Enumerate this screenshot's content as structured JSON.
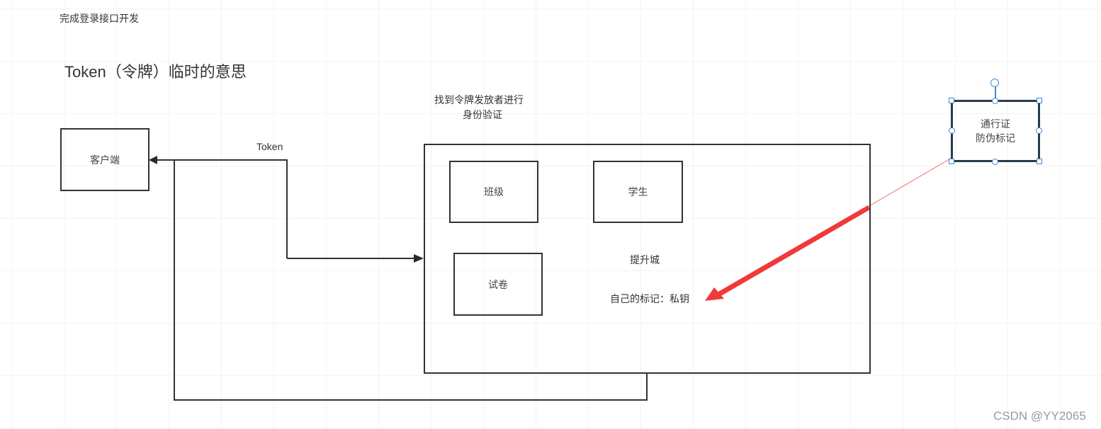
{
  "header": {
    "note": "完成登录接口开发",
    "title": "Token（令牌）临时的意思"
  },
  "diagram": {
    "client_box": "客户端",
    "token_label": "Token",
    "server_caption_line1": "找到令牌发放者进行",
    "server_caption_line2": "身份验证",
    "inner_boxes": {
      "class": "班级",
      "student": "学生",
      "exam": "试卷"
    },
    "server_label": "提升城",
    "private_key_label": "自己的标记：私钥",
    "pass_box_line1": "通行证",
    "pass_box_line2": "防伪标记"
  },
  "colors": {
    "stroke": "#333333",
    "arrow_red": "#f0393a",
    "selection_blue": "#3d88d6"
  },
  "watermark": "CSDN @YY2065"
}
